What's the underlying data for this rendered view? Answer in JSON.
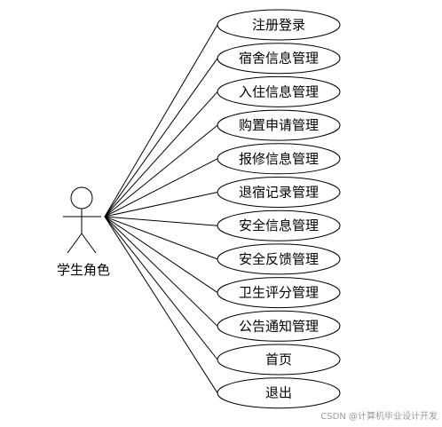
{
  "actor": {
    "label": "学生角色",
    "icon": "stick-figure-icon"
  },
  "use_cases": [
    {
      "label": "注册登录"
    },
    {
      "label": "宿舍信息管理"
    },
    {
      "label": "入住信息管理"
    },
    {
      "label": "购置申请管理"
    },
    {
      "label": "报修信息管理"
    },
    {
      "label": "退宿记录管理"
    },
    {
      "label": "安全信息管理"
    },
    {
      "label": "安全反馈管理"
    },
    {
      "label": "卫生评分管理"
    },
    {
      "label": "公告通知管理"
    },
    {
      "label": "首页"
    },
    {
      "label": "退出"
    }
  ],
  "watermark": {
    "text": "CSDN @计算机毕业设计开发"
  },
  "colors": {
    "stroke": "#000000",
    "text": "#000000",
    "background": "#ffffff",
    "watermark": "#9a9a9a"
  }
}
